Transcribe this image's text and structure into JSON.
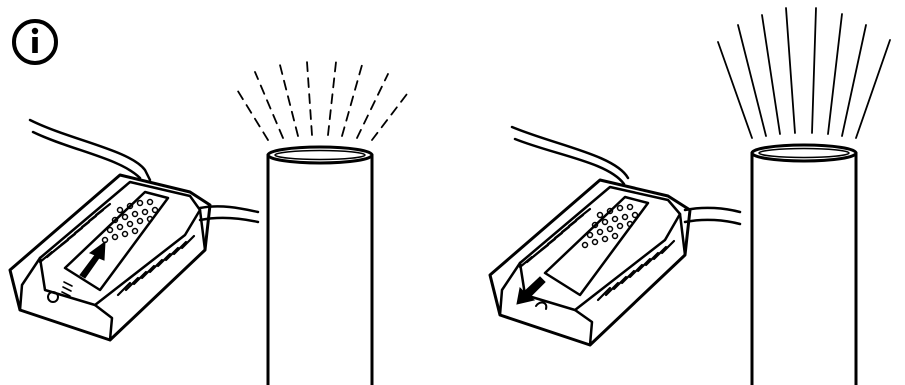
{
  "figure": {
    "info_icon": "info-icon",
    "ink_color": "#000000",
    "background_color": "#ffffff",
    "panels": [
      {
        "name": "left",
        "device_icon": "humidifier-base-icon",
        "slider_direction": "up",
        "mist_icon": "mist-tube-icon",
        "mist_style": "dashed"
      },
      {
        "name": "right",
        "device_icon": "humidifier-base-icon",
        "slider_direction": "down-left",
        "mist_icon": "mist-tube-icon",
        "mist_style": "solid"
      }
    ]
  }
}
